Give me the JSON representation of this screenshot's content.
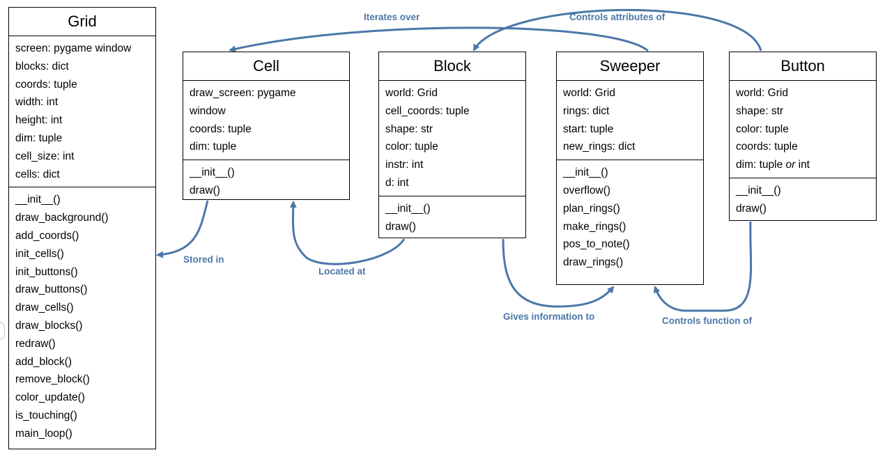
{
  "colors": {
    "arrow": "#4a77a8",
    "label": "#4a77a8",
    "border": "#000000"
  },
  "classes": {
    "grid": {
      "name": "Grid",
      "attributes": [
        "screen: pygame window",
        "blocks: dict",
        "coords: tuple",
        "width: int",
        "height: int",
        "dim: tuple",
        "cell_size: int",
        "cells: dict"
      ],
      "methods": [
        "__init__()",
        "draw_background()",
        "add_coords()",
        "init_cells()",
        "init_buttons()",
        "draw_buttons()",
        "draw_cells()",
        "draw_blocks()",
        "redraw()",
        "add_block()",
        "remove_block()",
        "color_update()",
        "is_touching()",
        "main_loop()"
      ]
    },
    "cell": {
      "name": "Cell",
      "attributes": [
        "draw_screen: pygame",
        "window",
        "coords: tuple",
        "dim: tuple"
      ],
      "methods": [
        "__init__()",
        "draw()"
      ]
    },
    "block": {
      "name": "Block",
      "attributes": [
        "world: Grid",
        "cell_coords: tuple",
        "shape: str",
        "color: tuple",
        "instr: int",
        "d: int"
      ],
      "methods": [
        "__init__()",
        "draw()"
      ]
    },
    "sweeper": {
      "name": "Sweeper",
      "attributes": [
        "world: Grid",
        "rings: dict",
        "start: tuple",
        "new_rings: dict"
      ],
      "methods": [
        "__init__()",
        "overflow()",
        "plan_rings()",
        "make_rings()",
        "pos_to_note()",
        "draw_rings()"
      ]
    },
    "button": {
      "name": "Button",
      "attributes": [
        "world: Grid",
        "shape: str",
        "color: tuple",
        "coords: tuple"
      ],
      "dim_attr": {
        "prefix": "dim: tuple ",
        "italic": "or",
        "suffix": " int"
      },
      "methods": [
        "__init__()",
        "draw()"
      ]
    }
  },
  "relations": {
    "iterates_over": "Iterates over",
    "controls_attributes_of": "Controls attributes of",
    "stored_in": "Stored in",
    "located_at": "Located at",
    "gives_information_to": "Gives information to",
    "controls_function_of": "Controls function of"
  }
}
